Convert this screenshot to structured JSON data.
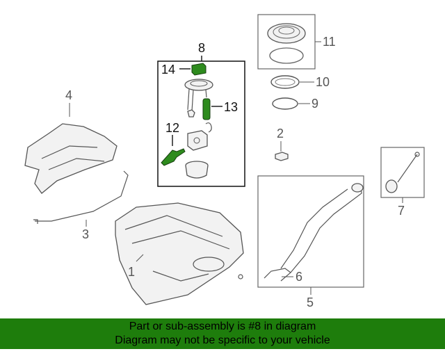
{
  "callouts": {
    "n1": "1",
    "n2": "2",
    "n3": "3",
    "n4": "4",
    "n5": "5",
    "n6": "6",
    "n7": "7",
    "n8": "8",
    "n9": "9",
    "n10": "10",
    "n11": "11",
    "n12": "12",
    "n13": "13",
    "n14": "14"
  },
  "banner": {
    "line1": "Part or sub-assembly is #8 in diagram",
    "line2": "Diagram may not be specific to your vehicle"
  },
  "colors": {
    "highlight": "#2e8b1e",
    "banner": "#1e7d0c",
    "line": "#555555"
  }
}
